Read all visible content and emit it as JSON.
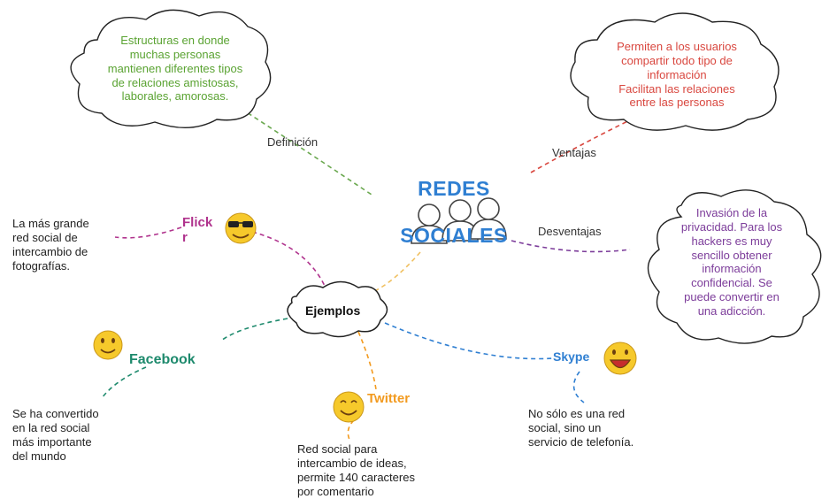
{
  "title": {
    "line1": "REDES",
    "line2": "SOCIALES",
    "color": "#2f7fd2"
  },
  "definicion": {
    "label": "Definición",
    "text": "Estructuras en donde\nmuchas personas\nmantienen diferentes tipos\nde relaciones amistosas,\nlaborales, amorosas.",
    "color": "#5aa332"
  },
  "ventajas": {
    "label": "Ventajas",
    "text": "Permiten a los usuarios\ncompartir todo tipo de\ninformación\nFacilitan las relaciones\nentre las personas",
    "color": "#d9473f"
  },
  "desventajas": {
    "label": "Desventajas",
    "text": "Invasión de la\nprivacidad. Para los\nhackers es muy\nsencillo obtener\ninformación\nconfidencial. Se\npuede convertir en\nuna adicción.",
    "color": "#7c3c9a"
  },
  "ejemplos": {
    "label": "Ejemplos"
  },
  "examples": {
    "flickr": {
      "name": "Flick\nr",
      "color": "#b0338d",
      "desc": "La más grande\nred social de\nintercambio de\nfotografías.",
      "icon": "sunglasses-smiley-icon"
    },
    "facebook": {
      "name": "Facebook",
      "color": "#1e8a6d",
      "desc": "Se ha convertido\nen la red social\nmás importante\ndel mundo",
      "icon": "smiley-icon"
    },
    "twitter": {
      "name": "Twitter",
      "color": "#f29a1f",
      "desc": "Red social para\nintercambio de ideas,\npermite 140 caracteres\npor comentario",
      "icon": "grin-smiley-icon"
    },
    "skype": {
      "name": "Skype",
      "color": "#2f7fd2",
      "desc": "No sólo es una red\nsocial, sino un\nservicio de telefonía.",
      "icon": "laughing-smiley-icon"
    }
  },
  "icons": {
    "people": "people-group-icon"
  }
}
